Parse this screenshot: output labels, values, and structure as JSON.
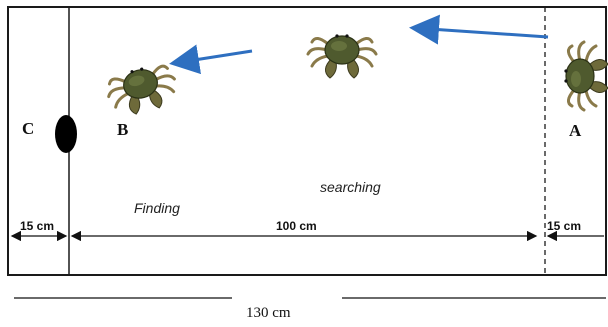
{
  "labels": {
    "point_a": "A",
    "point_b": "B",
    "point_c": "C"
  },
  "phases": {
    "searching": "searching",
    "finding": "Finding"
  },
  "measurements": {
    "left_zone": "15 cm",
    "middle_zone": "100 cm",
    "right_zone": "15 cm",
    "total_length": "130 cm"
  },
  "colors": {
    "arrow": "#2e6fc0",
    "frame": "#1a1a1a",
    "burrow": "#000000",
    "crab_shell": "#4f5a2e",
    "crab_legs": "#8a7a4a"
  },
  "icons": {
    "crab": "crab-icon",
    "burrow": "burrow-hole-icon"
  }
}
